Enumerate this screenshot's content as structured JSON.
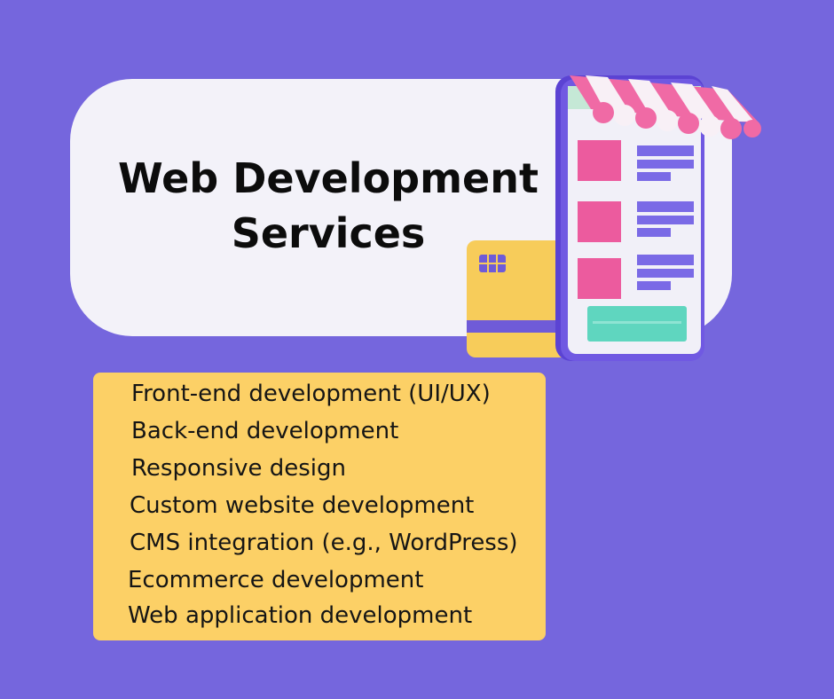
{
  "title": {
    "line1": "Web Development",
    "line2": "Services"
  },
  "services": [
    "Front-end development (UI/UX)",
    "Back-end development",
    "Responsive design",
    "Custom website development",
    "CMS integration (e.g., WordPress)",
    "Ecommerce development",
    "Web application development"
  ],
  "illustration": {
    "icon": "online-shop-phone-with-card-icon",
    "colors": {
      "phone_frame": "#6b52e0",
      "awning_pink": "#f06aa5",
      "card": "#f7cc5a",
      "teal_bar": "#5fd6bf",
      "content_blocks": "#ec5b9e",
      "content_lines": "#7a6ae6"
    }
  },
  "colors": {
    "background": "#7566dd",
    "title_card": "#f3f2f9",
    "services_box": "#fcd066",
    "text": "#0c0c0c"
  }
}
